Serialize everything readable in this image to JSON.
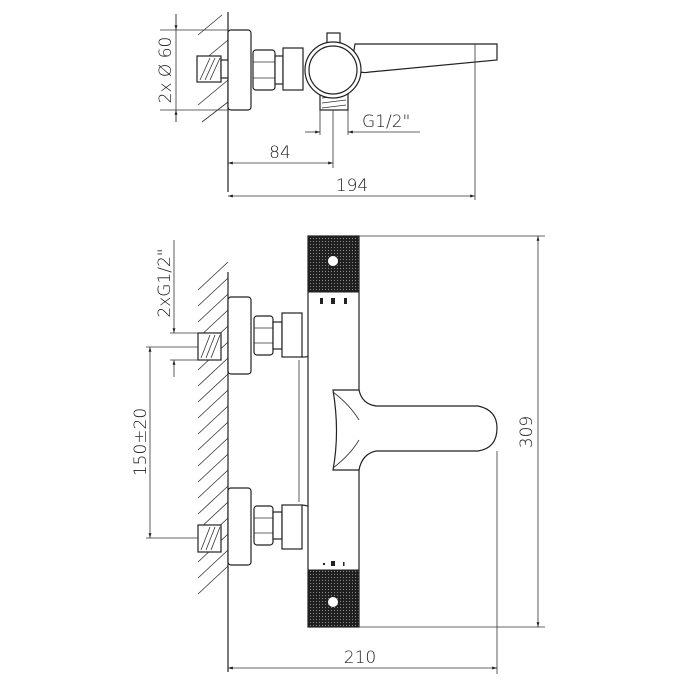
{
  "top_view": {
    "dimensions": {
      "flange_diameter": "2x Ø 60",
      "outlet_thread": "G1/2\"",
      "outlet_offset": "84",
      "total_depth": "194"
    }
  },
  "front_view": {
    "dimensions": {
      "inlet_thread": "2xG1/2\"",
      "inlet_spacing": "150±20",
      "height": "309",
      "width": "210"
    }
  },
  "colors": {
    "line": "#222222",
    "knurl": "#1e1e1e",
    "background": "#ffffff"
  }
}
